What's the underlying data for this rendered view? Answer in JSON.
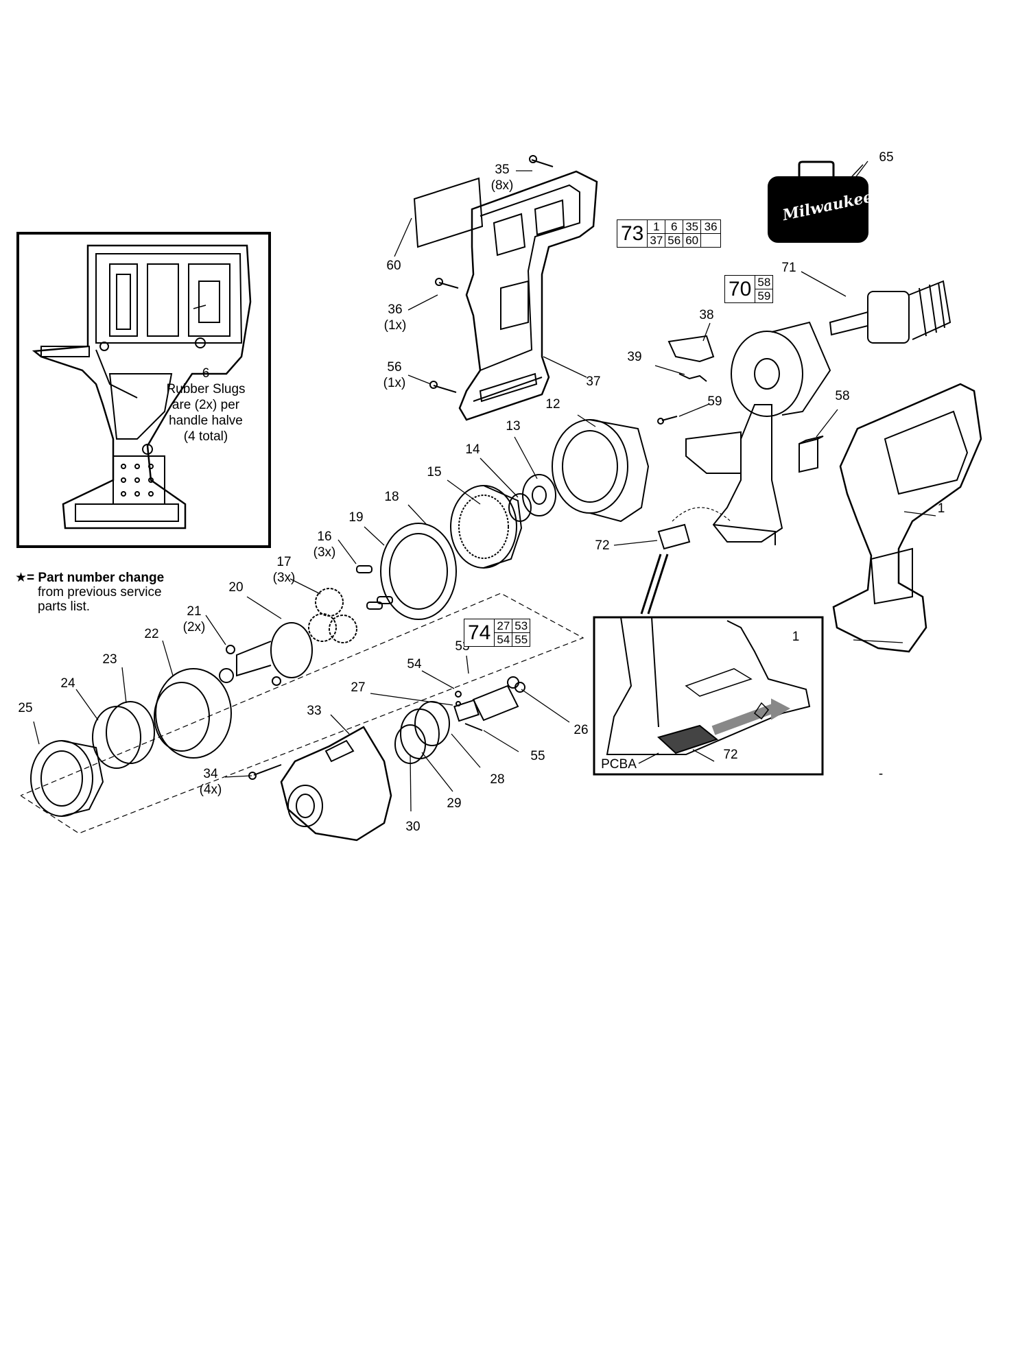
{
  "brand": "Milwaukee",
  "parts": [
    {
      "id": "p65",
      "number": "65"
    },
    {
      "id": "p35",
      "number": "35",
      "qty": "(8x)"
    },
    {
      "id": "p60",
      "number": "60"
    },
    {
      "id": "p36",
      "number": "36",
      "qty": "(1x)"
    },
    {
      "id": "p56",
      "number": "56",
      "qty": "(1x)"
    },
    {
      "id": "p37",
      "number": "37"
    },
    {
      "id": "p71",
      "number": "71"
    },
    {
      "id": "p38",
      "number": "38"
    },
    {
      "id": "p39",
      "number": "39"
    },
    {
      "id": "p59",
      "number": "59"
    },
    {
      "id": "p58",
      "number": "58"
    },
    {
      "id": "p12",
      "number": "12"
    },
    {
      "id": "p13",
      "number": "13"
    },
    {
      "id": "p14",
      "number": "14"
    },
    {
      "id": "p15",
      "number": "15"
    },
    {
      "id": "p18",
      "number": "18"
    },
    {
      "id": "p19",
      "number": "19"
    },
    {
      "id": "p16",
      "number": "16",
      "qty": "(3x)"
    },
    {
      "id": "p17",
      "number": "17",
      "qty": "(3x)"
    },
    {
      "id": "p20",
      "number": "20"
    },
    {
      "id": "p21",
      "number": "21",
      "qty": "(2x)"
    },
    {
      "id": "p22",
      "number": "22"
    },
    {
      "id": "p23",
      "number": "23"
    },
    {
      "id": "p24",
      "number": "24"
    },
    {
      "id": "p25",
      "number": "25"
    },
    {
      "id": "p72",
      "number": "72"
    },
    {
      "id": "p1",
      "number": "1"
    },
    {
      "id": "p53",
      "number": "53"
    },
    {
      "id": "p54",
      "number": "54"
    },
    {
      "id": "p27",
      "number": "27"
    },
    {
      "id": "p26",
      "number": "26"
    },
    {
      "id": "p55",
      "number": "55"
    },
    {
      "id": "p28",
      "number": "28"
    },
    {
      "id": "p29",
      "number": "29"
    },
    {
      "id": "p30",
      "number": "30"
    },
    {
      "id": "p33",
      "number": "33"
    },
    {
      "id": "p34",
      "number": "34",
      "qty": "(4x)"
    },
    {
      "id": "inset1",
      "number": "1"
    },
    {
      "id": "inset72",
      "number": "72"
    },
    {
      "id": "pcba",
      "number": "PCBA"
    }
  ],
  "inset_handle": {
    "number": "6",
    "text_lines": [
      "Rubber Slugs",
      "are (2x) per",
      "handle halve",
      "(4 total)"
    ]
  },
  "kits": {
    "k73": {
      "label": "73",
      "row1": [
        "1",
        "6",
        "35",
        "36"
      ],
      "row2": [
        "37",
        "56",
        "60",
        ""
      ]
    },
    "k70": {
      "label": "70",
      "row1": [
        "58"
      ],
      "row2": [
        "59"
      ]
    },
    "k74": {
      "label": "74",
      "row1": [
        "27",
        "53"
      ],
      "row2": [
        "54",
        "55"
      ]
    }
  },
  "note": {
    "star": "★",
    "bold": "= Part number change",
    "line2": "from previous service",
    "line3": "parts list."
  },
  "stray_mark": "-"
}
